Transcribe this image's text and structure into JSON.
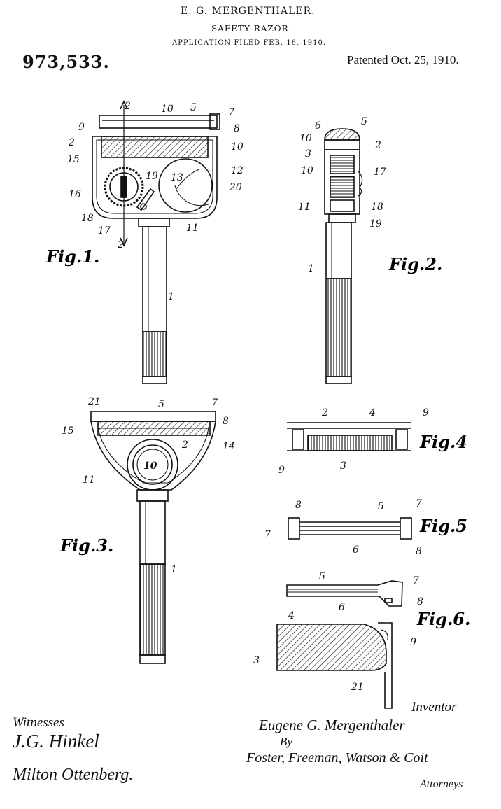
{
  "header": {
    "inventor": "E. G. MERGENTHALER.",
    "title": "SAFETY RAZOR.",
    "filed": "APPLICATION FILED FEB. 16, 1910.",
    "patent_number": "973,533.",
    "patented": "Patented Oct. 25, 1910."
  },
  "figures": {
    "fig1": "Fig.1.",
    "fig2": "Fig.2.",
    "fig3": "Fig.3.",
    "fig4": "Fig.4",
    "fig5": "Fig.5",
    "fig6": "Fig.6."
  },
  "labels": {
    "fig1": [
      "2",
      "10",
      "5",
      "7",
      "9",
      "8",
      "2",
      "10",
      "15",
      "13",
      "12",
      "16",
      "19",
      "20",
      "18",
      "17",
      "11",
      "2",
      "1"
    ],
    "fig2": [
      "6",
      "5",
      "10",
      "2",
      "3",
      "10",
      "17",
      "11",
      "18",
      "19",
      "1"
    ],
    "fig3": [
      "21",
      "5",
      "7",
      "8",
      "15",
      "2",
      "14",
      "10",
      "11",
      "1"
    ],
    "fig4": [
      "2",
      "4",
      "9",
      "9",
      "3"
    ],
    "fig5": [
      "8",
      "5",
      "7",
      "7",
      "6",
      "8"
    ],
    "fig6": [
      "5",
      "7",
      "6",
      "8",
      "4",
      "9",
      "3",
      "21"
    ]
  },
  "footer": {
    "inventor_caption": "Inventor",
    "witnesses_caption": "Witnesses",
    "witness_1": "J.G. Hinkel",
    "witness_2": "Milton Ottenberg.",
    "inventor_signature": "Eugene G. Mergenthaler",
    "by": "By",
    "attorneys_signature": "Foster, Freeman, Watson & Coit",
    "attorneys_caption": "Attorneys"
  }
}
